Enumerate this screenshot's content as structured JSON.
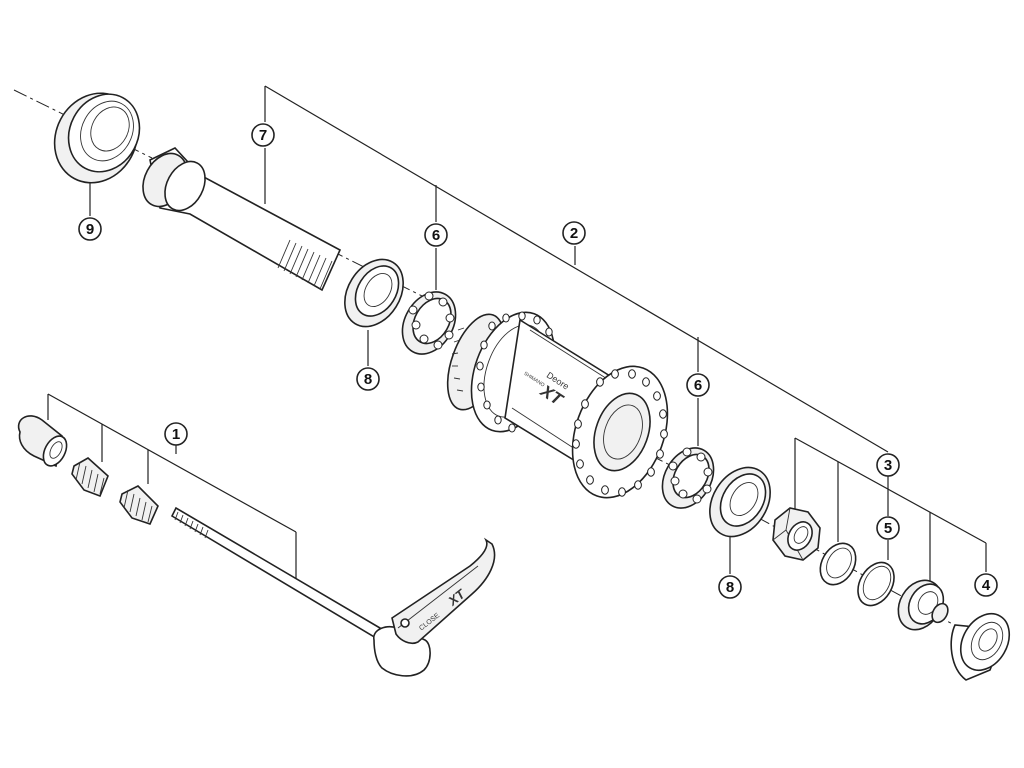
{
  "callouts": {
    "c1": "1",
    "c2": "2",
    "c3": "3",
    "c4": "4",
    "c5": "5",
    "c6a": "6",
    "c6b": "6",
    "c7": "7",
    "c8a": "8",
    "c8b": "8",
    "c9": "9"
  },
  "hub_text": {
    "series": "Deore",
    "model": "XT",
    "maker": "SHIMANO"
  },
  "lever_text": {
    "close": "CLOSE",
    "model": "XT"
  }
}
